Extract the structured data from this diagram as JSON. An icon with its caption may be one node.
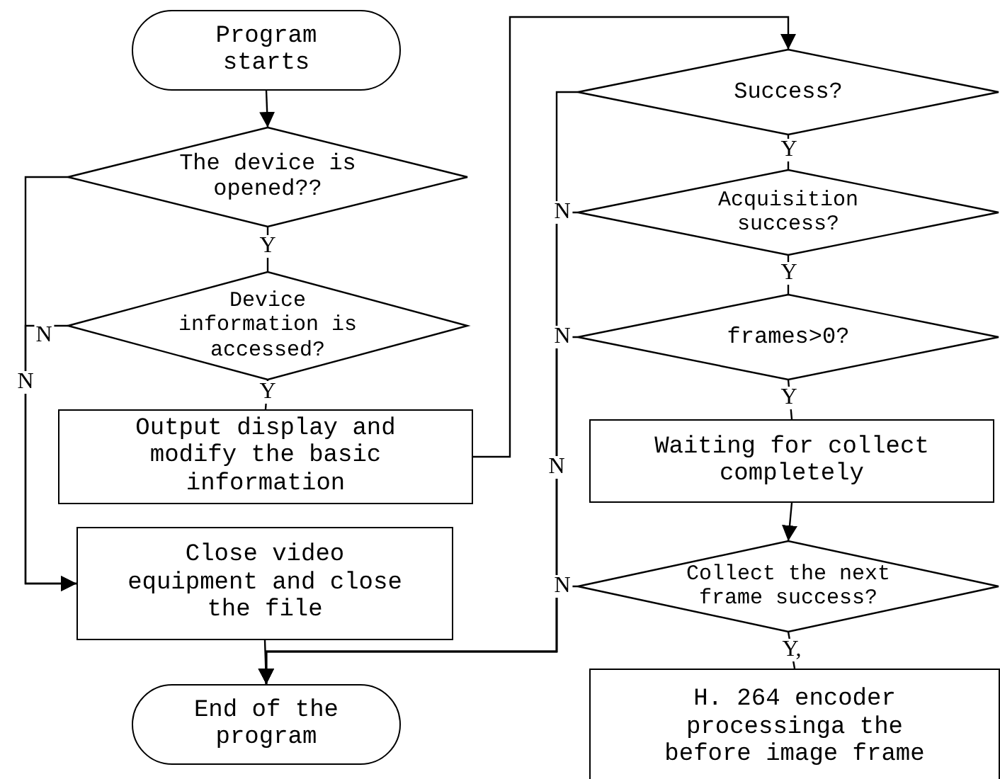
{
  "diagram": {
    "nodes": [
      {
        "text": [
          "Program starts"
        ]
      },
      {
        "text": [
          "The device is opened??"
        ]
      },
      {
        "text": [
          "Device information is accessed?"
        ]
      },
      {
        "text": [
          "Output display and modify the basic information"
        ]
      },
      {
        "text": [
          "Close video equipment and close the file"
        ]
      },
      {
        "text": [
          "End of the program"
        ]
      },
      {
        "text": [
          "Success?"
        ]
      },
      {
        "text": [
          "Acquisition success?"
        ]
      },
      {
        "text": [
          "frames>0?"
        ]
      },
      {
        "text": [
          "Waiting for collect completely"
        ]
      },
      {
        "text": [
          "Collect the next frame success?"
        ]
      },
      {
        "text": [
          "H. 264 encoder processinga the before image frame"
        ]
      }
    ],
    "edges": [
      {
        "from": 0,
        "to": 1,
        "arrow": "to"
      },
      {
        "from": 1,
        "to": 2,
        "arrow": "none",
        "label": "Y"
      },
      {
        "from": 2,
        "to": 3,
        "arrow": "none",
        "label": "Y"
      },
      {
        "from": 1,
        "to": 4,
        "arrow": "to",
        "label": "N"
      },
      {
        "from": 2,
        "to": 4,
        "arrow": "to",
        "label": "N"
      },
      {
        "from": 3,
        "to": 6,
        "arrow": "to"
      },
      {
        "from": 6,
        "to": 7,
        "arrow": "none",
        "label": "Y"
      },
      {
        "from": 7,
        "to": 8,
        "arrow": "none",
        "label": "Y"
      },
      {
        "from": 8,
        "to": 9,
        "arrow": "none",
        "label": "Y"
      },
      {
        "from": 9,
        "to": 10,
        "arrow": "to"
      },
      {
        "from": 10,
        "to": 11,
        "arrow": "none",
        "label": "Y,"
      },
      {
        "from": 4,
        "to": 5,
        "arrow": "to"
      },
      {
        "from": 6,
        "to": 5,
        "arrow": "to",
        "label": "N"
      },
      {
        "from": 7,
        "to": 5,
        "arrow": "to",
        "label": "N"
      },
      {
        "from": 8,
        "to": 5,
        "arrow": "to",
        "label": "N"
      },
      {
        "from": 10,
        "to": 5,
        "arrow": "to",
        "label": "N"
      }
    ]
  }
}
